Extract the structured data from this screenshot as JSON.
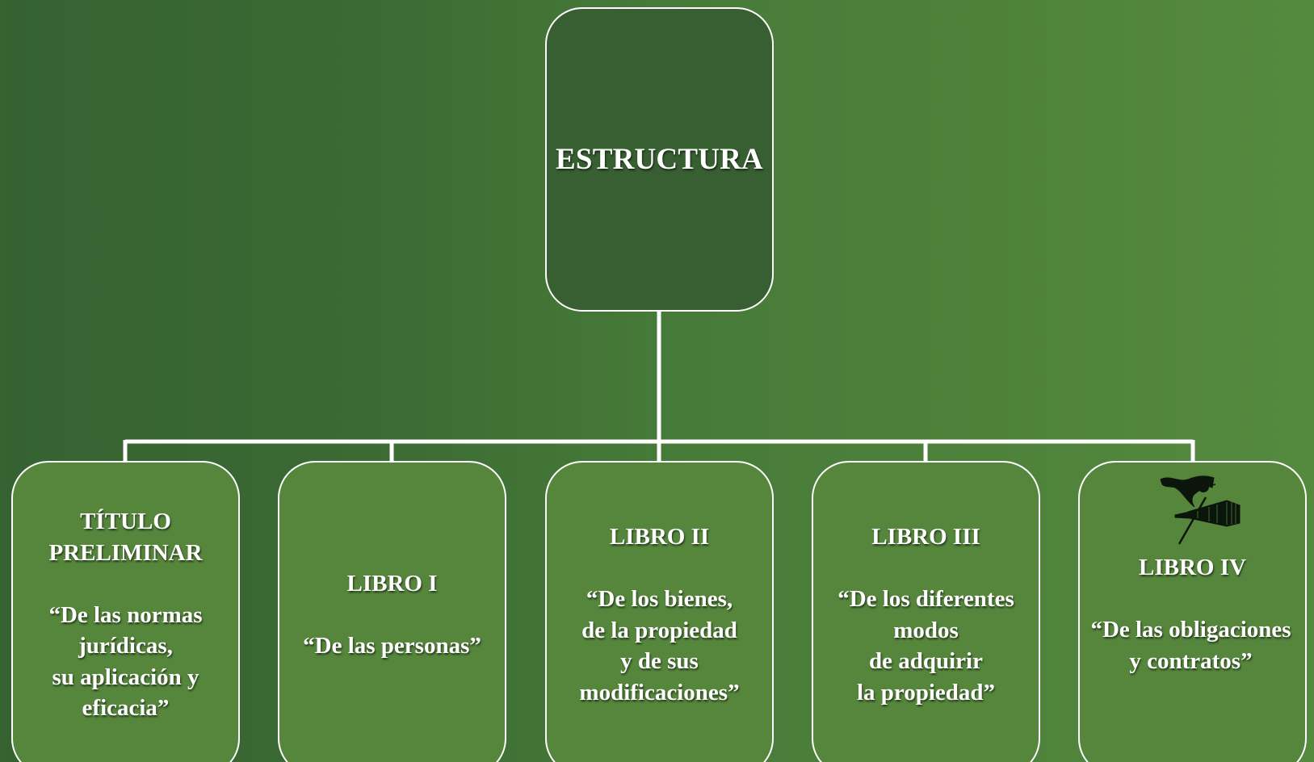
{
  "root": {
    "title": "ESTRUCTURA"
  },
  "children": [
    {
      "heading_lines": [
        "TÍTULO",
        "PRELIMINAR"
      ],
      "desc_lines": [
        "“De las normas",
        "jurídicas,",
        "su aplicación y",
        "eficacia”"
      ]
    },
    {
      "heading_lines": [
        "LIBRO I"
      ],
      "desc_lines": [
        "“De las personas”"
      ]
    },
    {
      "heading_lines": [
        "LIBRO II"
      ],
      "desc_lines": [
        "“De los bienes,",
        "de la propiedad",
        "y de sus",
        "modificaciones”"
      ]
    },
    {
      "heading_lines": [
        "LIBRO III"
      ],
      "desc_lines": [
        "“De los diferentes",
        "modos",
        "de adquirir",
        "la propiedad”"
      ]
    },
    {
      "heading_lines": [
        "LIBRO IV"
      ],
      "desc_lines": [
        "“De las obligaciones",
        "y contratos”"
      ]
    }
  ],
  "decoration": {
    "icon": "flag-and-horn-icon"
  },
  "colors": {
    "background_left": "#366232",
    "background_right": "#548a3e",
    "root_fill": "#375f31",
    "child_fill": "#55863c",
    "border": "#ffffff",
    "text": "#ffffff"
  }
}
